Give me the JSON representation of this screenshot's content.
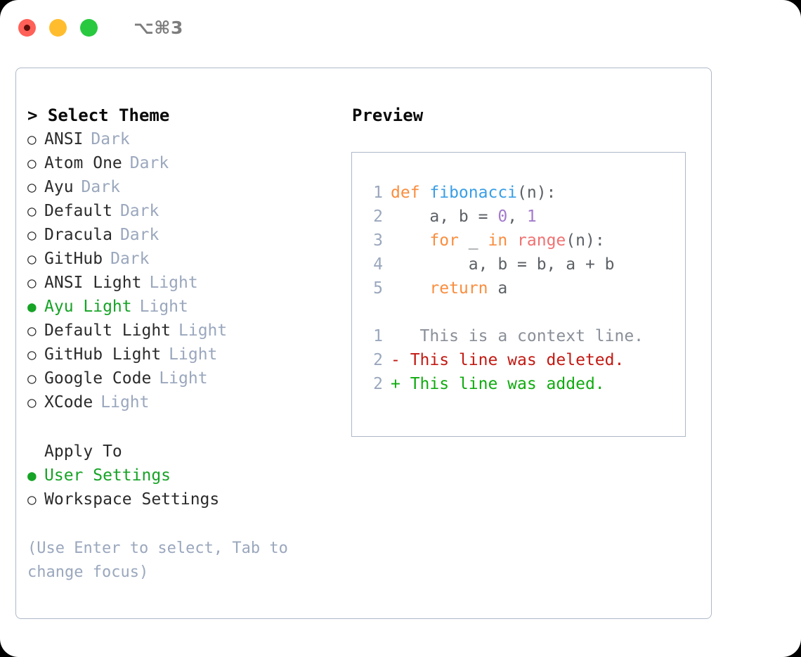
{
  "titlebar": {
    "shortcut": "⌥⌘3",
    "buttons": [
      "close",
      "minimize",
      "zoom"
    ]
  },
  "theme_picker": {
    "header": "> Select Theme",
    "items": [
      {
        "bullet": "○",
        "name": "ANSI",
        "badge": "Dark",
        "selected": false
      },
      {
        "bullet": "○",
        "name": "Atom One",
        "badge": "Dark",
        "selected": false
      },
      {
        "bullet": "○",
        "name": "Ayu",
        "badge": "Dark",
        "selected": false
      },
      {
        "bullet": "○",
        "name": "Default",
        "badge": "Dark",
        "selected": false
      },
      {
        "bullet": "○",
        "name": "Dracula",
        "badge": "Dark",
        "selected": false
      },
      {
        "bullet": "○",
        "name": "GitHub",
        "badge": "Dark",
        "selected": false
      },
      {
        "bullet": "○",
        "name": "ANSI Light",
        "badge": "Light",
        "selected": false
      },
      {
        "bullet": "●",
        "name": "Ayu Light",
        "badge": "Light",
        "selected": true
      },
      {
        "bullet": "○",
        "name": "Default Light",
        "badge": "Light",
        "selected": false
      },
      {
        "bullet": "○",
        "name": "GitHub Light",
        "badge": "Light",
        "selected": false
      },
      {
        "bullet": "○",
        "name": "Google Code",
        "badge": "Light",
        "selected": false
      },
      {
        "bullet": "○",
        "name": "XCode",
        "badge": "Light",
        "selected": false
      }
    ]
  },
  "apply_to": {
    "title": "Apply To",
    "options": [
      {
        "bullet": "●",
        "label": "User Settings",
        "selected": true
      },
      {
        "bullet": "○",
        "label": "Workspace Settings",
        "selected": false
      }
    ]
  },
  "hint": "(Use Enter to select, Tab to change focus)",
  "preview": {
    "header": "Preview",
    "code_lines": [
      {
        "num": "1",
        "tokens": [
          {
            "t": "def ",
            "c": "kw"
          },
          {
            "t": "fibonacci",
            "c": "fn"
          },
          {
            "t": "(n):",
            "c": "punc"
          }
        ]
      },
      {
        "num": "2",
        "tokens": [
          {
            "t": "    a, b = ",
            "c": "plain"
          },
          {
            "t": "0",
            "c": "num"
          },
          {
            "t": ", ",
            "c": "punc"
          },
          {
            "t": "1",
            "c": "num"
          }
        ]
      },
      {
        "num": "3",
        "tokens": [
          {
            "t": "    ",
            "c": "plain"
          },
          {
            "t": "for",
            "c": "kw"
          },
          {
            "t": " _ ",
            "c": "plain"
          },
          {
            "t": "in",
            "c": "kw"
          },
          {
            "t": " ",
            "c": "plain"
          },
          {
            "t": "range",
            "c": "bi"
          },
          {
            "t": "(n):",
            "c": "punc"
          }
        ]
      },
      {
        "num": "4",
        "tokens": [
          {
            "t": "        a, b = b, a + b",
            "c": "plain"
          }
        ]
      },
      {
        "num": "5",
        "tokens": [
          {
            "t": "    ",
            "c": "plain"
          },
          {
            "t": "return",
            "c": "kw"
          },
          {
            "t": " a",
            "c": "plain"
          }
        ]
      }
    ],
    "diff_lines": [
      {
        "num": "1",
        "marker": " ",
        "text": "  This is a context line.",
        "kind": "ctx"
      },
      {
        "num": "2",
        "marker": "-",
        "text": " This line was deleted.",
        "kind": "del"
      },
      {
        "num": "2",
        "marker": "+",
        "text": " This line was added.",
        "kind": "add"
      }
    ]
  },
  "colors": {
    "accent_green": "#16a326",
    "muted": "#9aa7bd",
    "border": "#aeb8c9",
    "keyword": "#fa8d3e",
    "function": "#399ee6",
    "number": "#a37acc",
    "builtin": "#f07171",
    "diff_add": "#10ab10",
    "diff_del": "#c21a13"
  }
}
